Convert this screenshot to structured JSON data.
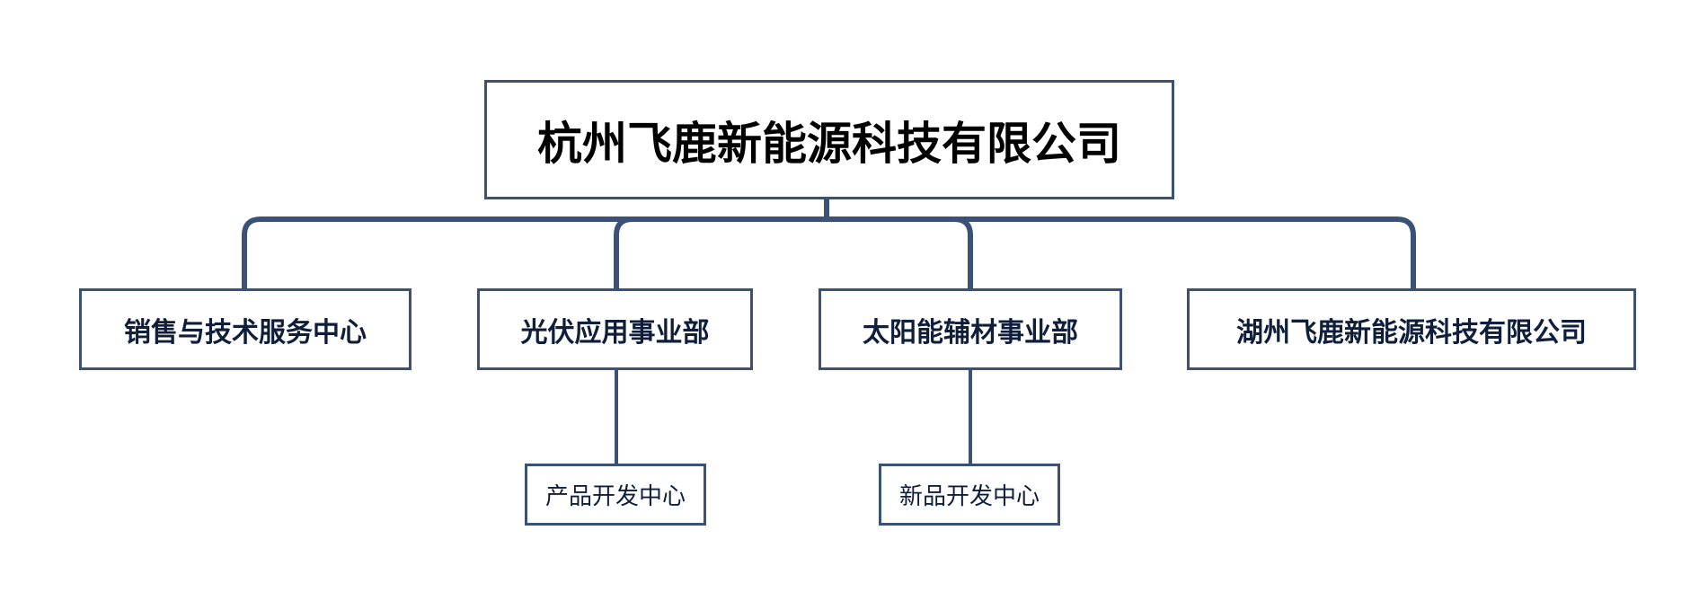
{
  "colors": {
    "line": "#3b5277",
    "text": "#0f1e3a",
    "root_text": "#000000",
    "background": "#ffffff"
  },
  "root": {
    "label": "杭州飞鹿新能源科技有限公司"
  },
  "departments": [
    {
      "label": "销售与技术服务中心"
    },
    {
      "label": "光伏应用事业部"
    },
    {
      "label": "太阳能辅材事业部"
    },
    {
      "label": "湖州飞鹿新能源科技有限公司"
    }
  ],
  "sub_units": [
    {
      "label": "产品开发中心",
      "parent": "光伏应用事业部"
    },
    {
      "label": "新品开发中心",
      "parent": "太阳能辅材事业部"
    }
  ]
}
